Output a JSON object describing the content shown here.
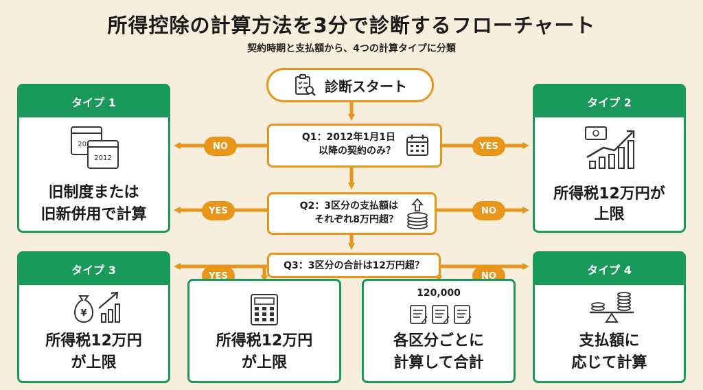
{
  "title": "所得控除の計算方法を3分で診断するフローチャート",
  "subtitle": "契約時期と支払額から、4つの計算タイプに分類",
  "start": {
    "label": "診断スタート"
  },
  "questions": {
    "q1": {
      "line1": "Q1：2012年1月1日",
      "line2": "以降の契約のみ？"
    },
    "q2": {
      "line1": "Q2：3区分の支払額は",
      "line2": "それぞれ8万円超？"
    },
    "q3": {
      "line1": "Q3：3区分の合計は12万円超？"
    }
  },
  "pills": {
    "yes": "YES",
    "no": "NO"
  },
  "types": {
    "type1": {
      "header": "タイプ 1",
      "line1": "旧制度または",
      "line2": "旧新併用で計算",
      "cal1": "2011",
      "cal2": "2012"
    },
    "type2": {
      "header": "タイプ 2",
      "line1": "所得税12万円が",
      "line2": "上限"
    },
    "type3": {
      "header": "タイプ 3",
      "line1": "所得税12万円",
      "line2": "が上限",
      "yen": "¥"
    },
    "type4": {
      "header": "タイプ 4",
      "line1": "支払額に",
      "line2": "応じて計算"
    }
  },
  "results": {
    "r1": {
      "line1": "所得税12万円",
      "line2": "が上限"
    },
    "r2": {
      "line1": "各区分ごとに",
      "line2": "計算して合計",
      "amount": "120,000"
    }
  },
  "colors": {
    "orange": "#e8951a",
    "green": "#1a9a5a",
    "background": "#f7eedd"
  }
}
